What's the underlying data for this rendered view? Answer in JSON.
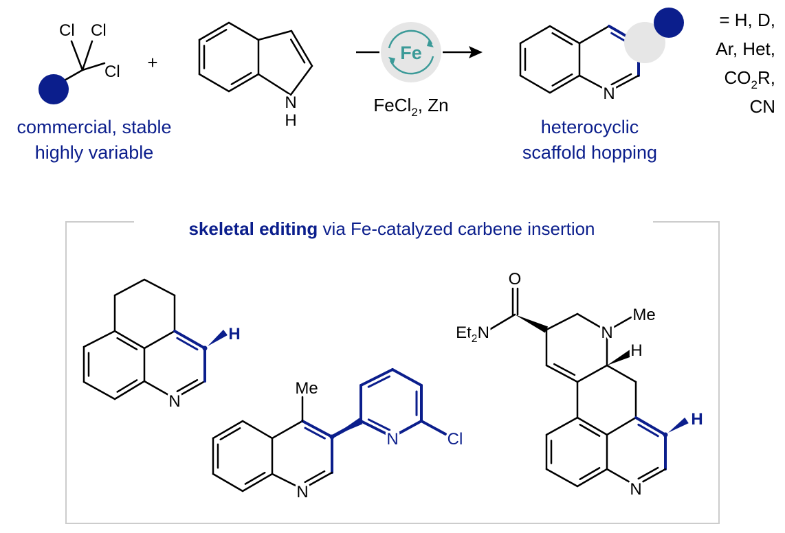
{
  "colors": {
    "accent": "#0b1e8c",
    "catalyst": "#3b9a98",
    "highlight": "#e6e6e6",
    "frame": "#cccccc"
  },
  "reagent1": {
    "cl_labels": [
      "Cl",
      "Cl",
      "Cl"
    ],
    "caption": [
      "commercial, stable",
      "highly variable"
    ]
  },
  "plus": "+",
  "indole": {
    "n_label": "N",
    "h_label": "H"
  },
  "conditions": {
    "catalyst": "Fe",
    "reagent_main": "FeCl",
    "reagent_sub": "2",
    "reagent_tail": ", Zn"
  },
  "product": {
    "n_label": "N",
    "caption": [
      "heterocyclic",
      "scaffold hopping"
    ]
  },
  "substituents": {
    "line1": "=  H, D,",
    "line2": "Ar, Het,",
    "line3_main": "CO",
    "line3_sub": "2",
    "line3_tail": "R,",
    "line4": "CN"
  },
  "box": {
    "title_bold": "skeletal editing",
    "title_rest": " via Fe-catalyzed carbene insertion"
  },
  "example1": {
    "n_label": "N",
    "h_label": "H"
  },
  "example2": {
    "me_label": "Me",
    "n_label": "N",
    "pyr_n_label": "N",
    "cl_label": "Cl"
  },
  "example3": {
    "o_label": "O",
    "amide_main": "Et",
    "amide_sub": "2",
    "amide_tail": "N",
    "n_label": "N",
    "me_label": "Me",
    "h_label": "H",
    "ring_n_label": "N",
    "h2_label": "H"
  }
}
